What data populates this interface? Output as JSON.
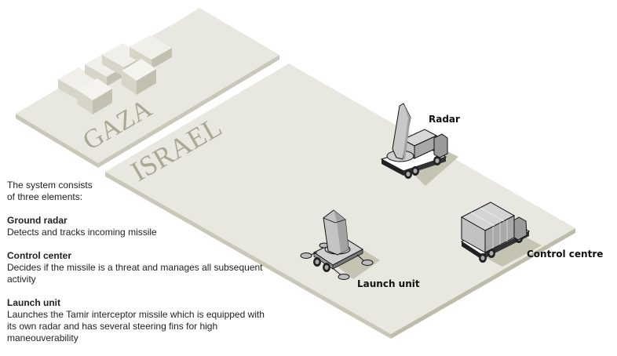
{
  "regions": {
    "gaza": "GAZA",
    "israel": "ISRAEL"
  },
  "vehicles": {
    "radar": "Radar",
    "launch_unit": "Launch unit",
    "control_centre": "Control centre"
  },
  "legend": {
    "intro_line1": "The system consists",
    "intro_line2": "of three elements:",
    "items": [
      {
        "title": "Ground radar",
        "description": "Detects and tracks incoming missile"
      },
      {
        "title": "Control center",
        "description": "Decides if the missile is a threat and manages all subsequent activity"
      },
      {
        "title": "Launch unit",
        "description": "Launches the Tamir interceptor missile which is equipped with its own radar and has several steering fins for high maneouverability"
      }
    ]
  },
  "colors": {
    "slab_top": "#e8e7e0",
    "slab_side": "#c9c8b8",
    "slab_text": "#a9a892",
    "shadow": "#c5c4b3",
    "vehicle_light": "#d4d4d4",
    "vehicle_mid": "#b0b0b0",
    "vehicle_dark": "#8a8a8a"
  }
}
